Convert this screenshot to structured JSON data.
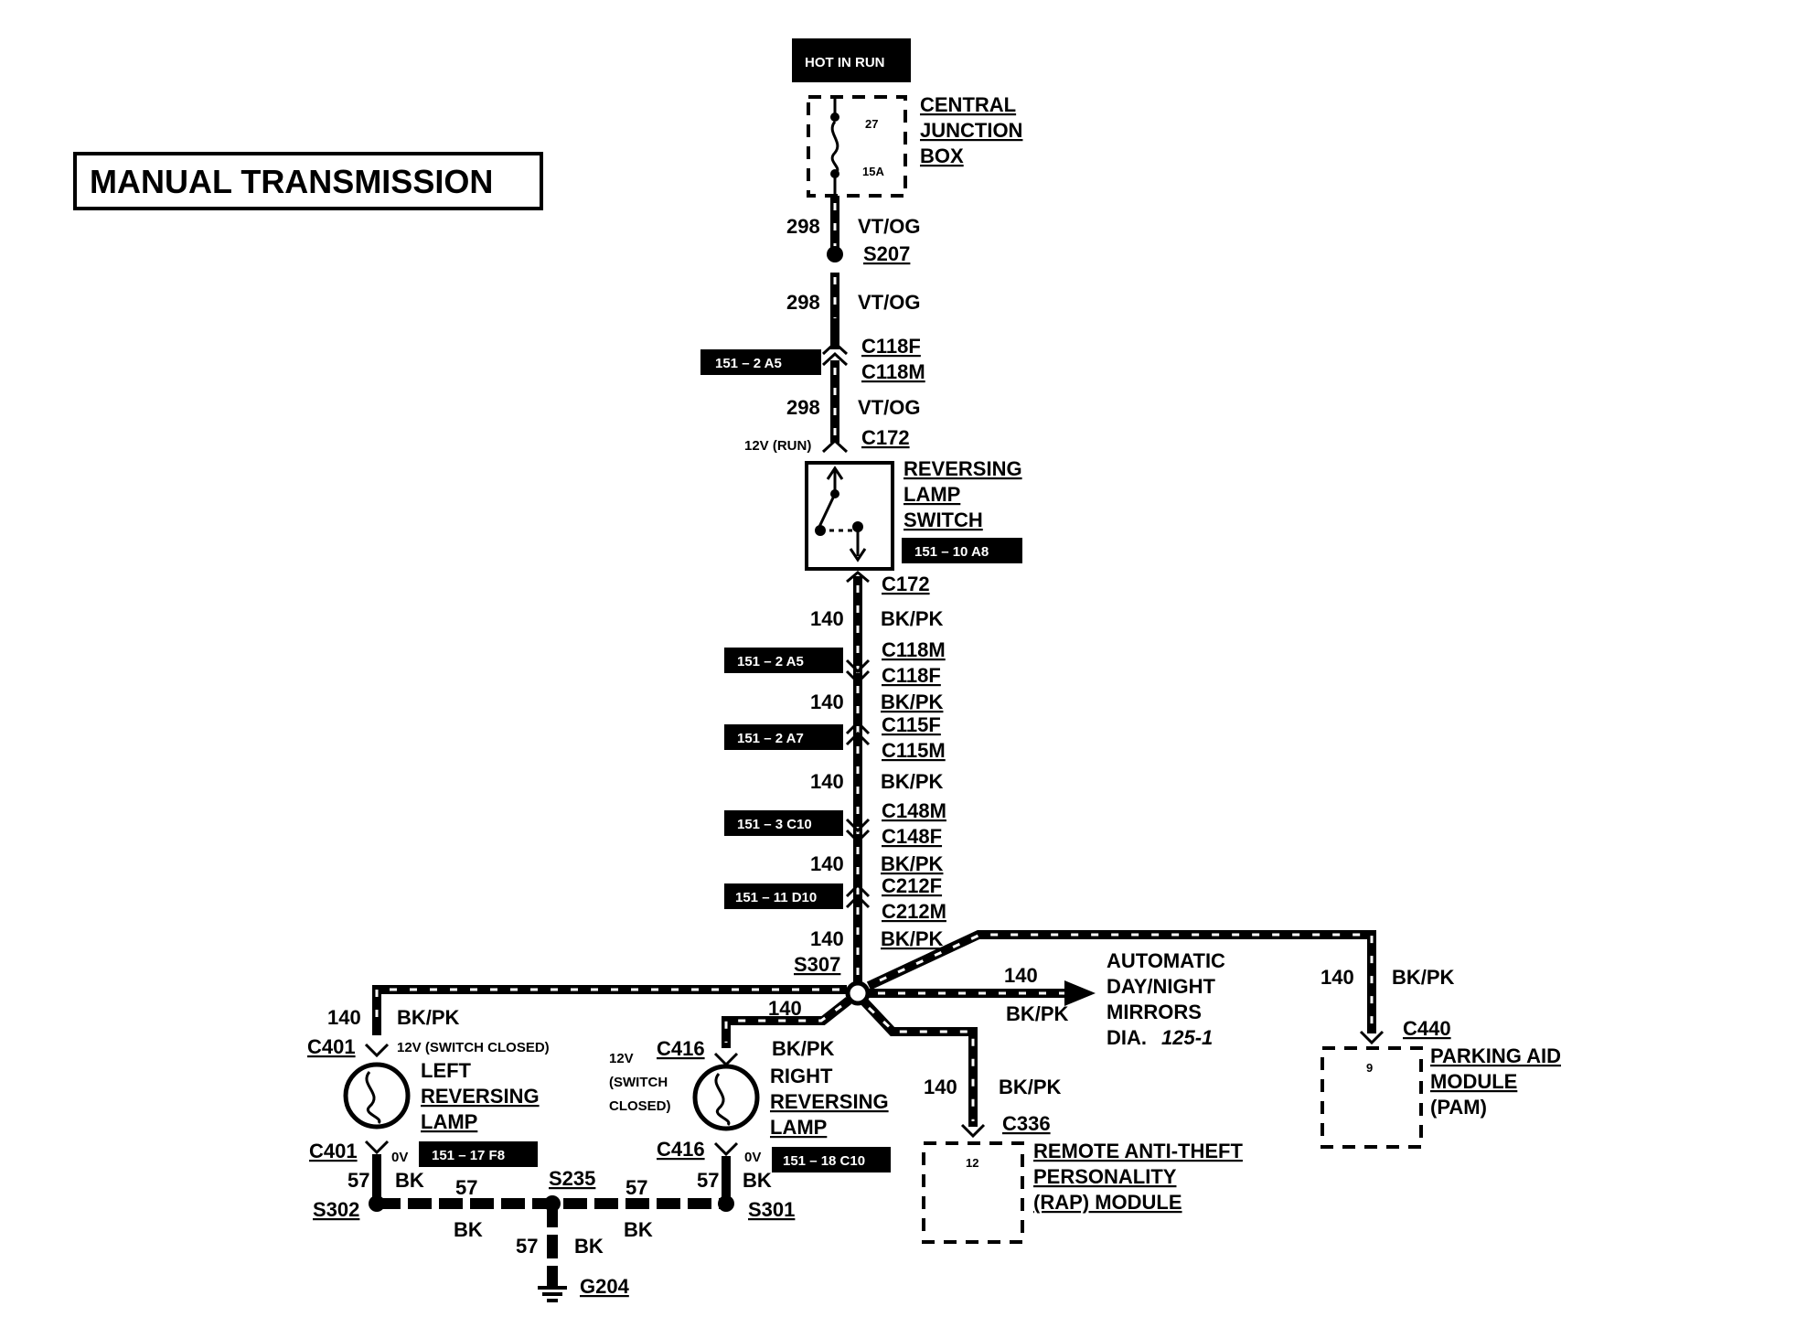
{
  "title": "MANUAL TRANSMISSION",
  "power": {
    "hot_in_run": "HOT IN RUN",
    "junction_box": [
      "CENTRAL",
      "JUNCTION",
      "BOX"
    ],
    "fuse_number": "27",
    "fuse_rating": "15A"
  },
  "wires": {
    "w298": "298",
    "w140": "140",
    "w57": "57",
    "vtog": "VT/OG",
    "bkpk": "BK/PK",
    "bk": "BK"
  },
  "splices": {
    "s207": "S207",
    "s307": "S307",
    "s302": "S302",
    "s235": "S235",
    "s301": "S301",
    "g204": "G204"
  },
  "connectors": {
    "c118f": "C118F",
    "c118m": "C118M",
    "c172": "C172",
    "c115f": "C115F",
    "c115m": "C115M",
    "c148m": "C148M",
    "c148f": "C148F",
    "c212f": "C212F",
    "c212m": "C212M",
    "c401": "C401",
    "c416": "C416",
    "c336": "C336",
    "c440": "C440"
  },
  "refs": {
    "r1": "151 – 2  A5",
    "r2": "151 – 10  A8",
    "r3": "151 – 2  A5",
    "r4": "151 – 2  A7",
    "r5": "151 – 3  C10",
    "r6": "151 – 11  D10",
    "r7": "151 – 17  F8",
    "r8": "151 – 18  C10"
  },
  "voltages": {
    "run12": "12V (RUN)",
    "switch_closed": "12V (SWITCH CLOSED)",
    "v12": "12V",
    "sw_open": "(SWITCH",
    "sw_closed": "CLOSED)",
    "zero": "0V"
  },
  "components": {
    "reversing_switch": [
      "REVERSING",
      "LAMP",
      "SWITCH"
    ],
    "left_lamp": [
      "LEFT",
      "REVERSING",
      "LAMP"
    ],
    "right_lamp": [
      "RIGHT",
      "REVERSING",
      "LAMP"
    ],
    "mirrors": [
      "AUTOMATIC",
      "DAY/NIGHT",
      "MIRRORS",
      "DIA."
    ],
    "mirrors_ref": "125-1",
    "rap": [
      "REMOTE ANTI-THEFT",
      "PERSONALITY",
      "(RAP) MODULE"
    ],
    "rap_pin": "12",
    "pam": [
      "PARKING AID",
      "MODULE",
      "(PAM)"
    ],
    "pam_pin": "9"
  }
}
